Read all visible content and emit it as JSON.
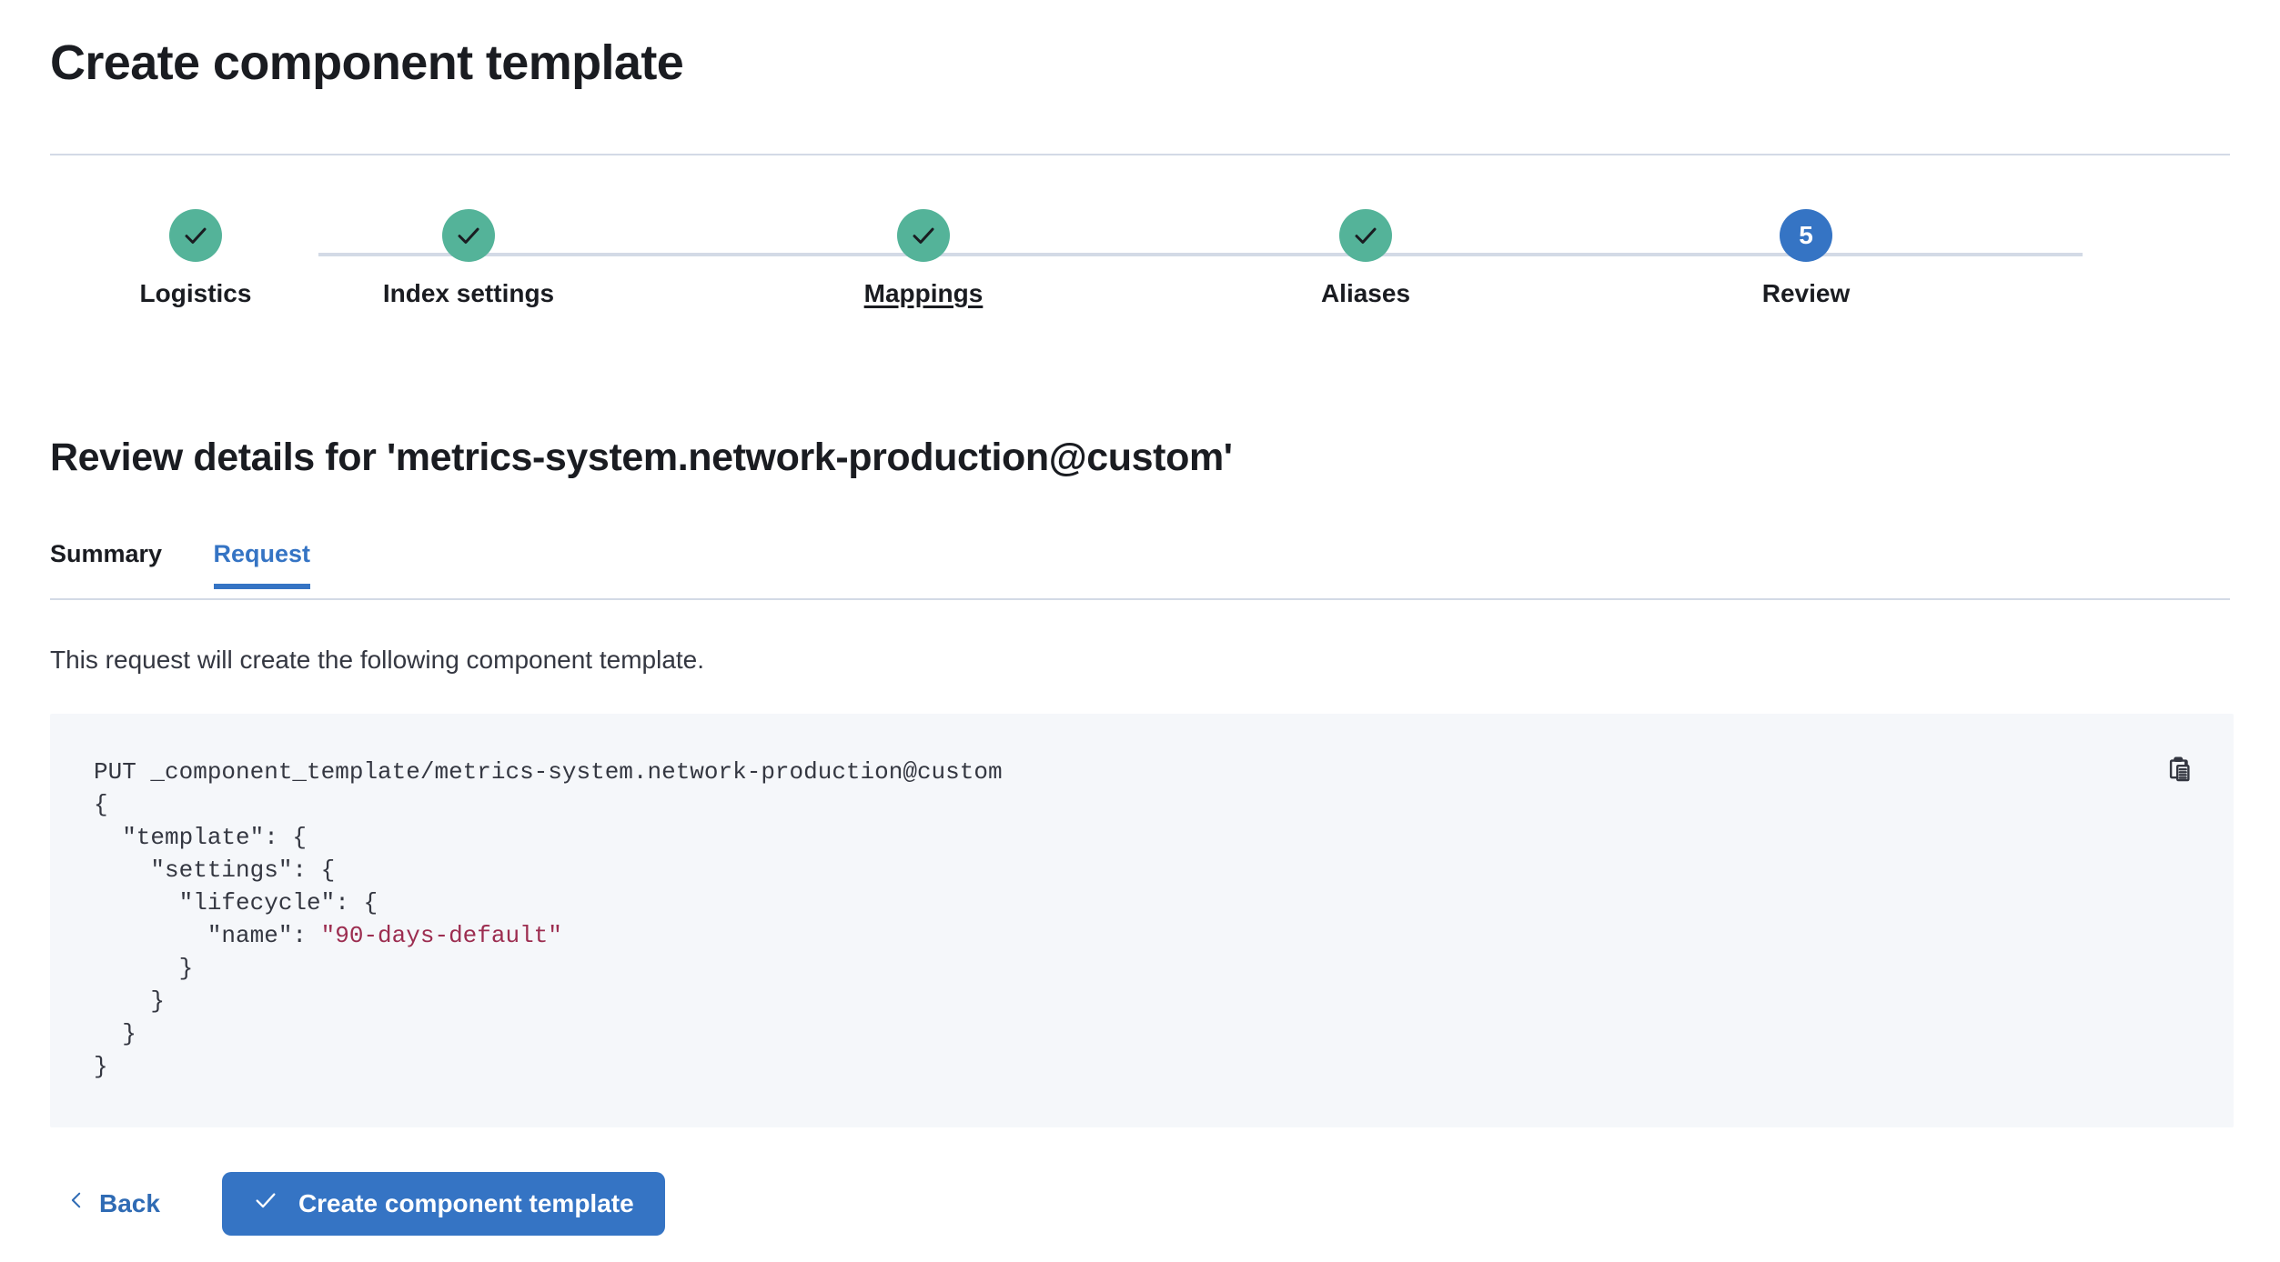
{
  "header": {
    "title": "Create component template"
  },
  "stepper": {
    "steps": [
      {
        "label": "Logistics",
        "state": "complete",
        "icon": "check-icon",
        "number": "1",
        "hovered": false
      },
      {
        "label": "Index settings",
        "state": "complete",
        "icon": "check-icon",
        "number": "2",
        "hovered": false
      },
      {
        "label": "Mappings",
        "state": "complete",
        "icon": "check-icon",
        "number": "3",
        "hovered": true
      },
      {
        "label": "Aliases",
        "state": "complete",
        "icon": "check-icon",
        "number": "4",
        "hovered": false
      },
      {
        "label": "Review",
        "state": "current",
        "icon": "",
        "number": "5",
        "hovered": false
      }
    ],
    "complete_color": "#54b399",
    "current_color": "#3574c4",
    "track_color": "#d3dae6"
  },
  "review": {
    "heading": "Review details for 'metrics-system.network-production@custom'",
    "tabs": [
      {
        "label": "Summary",
        "active": false
      },
      {
        "label": "Request",
        "active": true
      }
    ],
    "active_tab_color": "#3574c4",
    "description": "This request will create the following component template."
  },
  "code": {
    "method_line": "PUT _component_template/metrics-system.network-production@custom",
    "lines": [
      {
        "text": "{"
      },
      {
        "text": "  \"template\": {"
      },
      {
        "text": "    \"settings\": {"
      },
      {
        "text": "      \"lifecycle\": {"
      },
      {
        "text": "        \"name\": ",
        "value": "\"90-days-default\""
      },
      {
        "text": "      }"
      },
      {
        "text": "    }"
      },
      {
        "text": "  }"
      },
      {
        "text": "}"
      }
    ],
    "full_text": "PUT _component_template/metrics-system.network-production@custom\n{\n  \"template\": {\n    \"settings\": {\n      \"lifecycle\": {\n        \"name\": \"90-days-default\"\n      }\n    }\n  }\n}",
    "background": "#f5f7fa",
    "string_color": "#9c2d50",
    "copy_icon": "copy-clipboard-icon"
  },
  "footer": {
    "back_label": "Back",
    "back_icon": "chevron-left-icon",
    "submit_label": "Create component template",
    "submit_icon": "check-icon",
    "submit_color": "#3574c4"
  }
}
